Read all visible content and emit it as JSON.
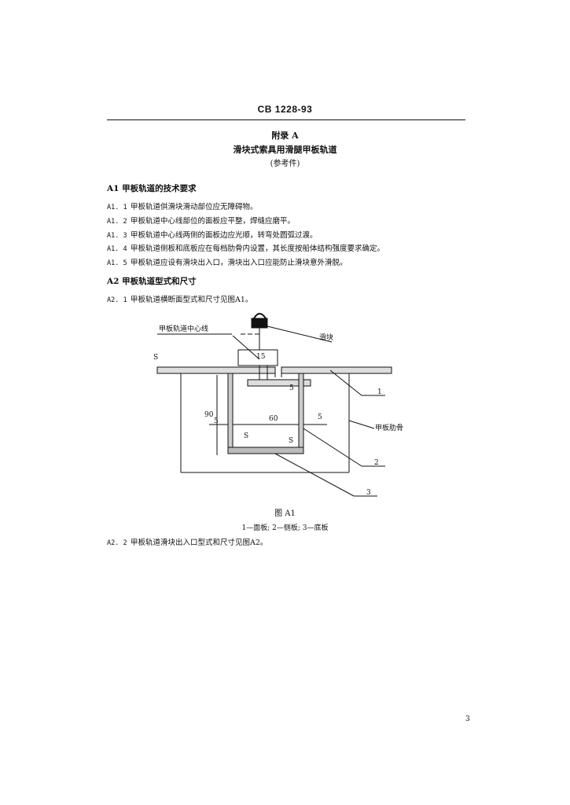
{
  "header": {
    "code": "CB 1228-93"
  },
  "appendix": {
    "label": "附录 A",
    "title": "滑块式索具用滑腿甲板轨道",
    "note": "(参考件)"
  },
  "sections": [
    {
      "heading": "A1  甲板轨道的技术要求",
      "items": [
        {
          "num": "A1. 1",
          "text": "甲板轨道供滑块滑动部位应无障碍物。"
        },
        {
          "num": "A1. 2",
          "text": "甲板轨道中心线部位的面板应平整，焊缝应磨平。"
        },
        {
          "num": "A1. 3",
          "text": "甲板轨道中心线两侧的面板边应光顺，转弯处圆弧过渡。"
        },
        {
          "num": "A1. 4",
          "text": "甲板轨道侧板和底板应在每档肋骨内设置，其长度按船体结构强度要求确定。"
        },
        {
          "num": "A1. 5",
          "text": "甲板轨道应设有滑块出入口，滑块出入口应能防止滑块意外滑脱。"
        }
      ]
    },
    {
      "heading": "A2  甲板轨道型式和尺寸",
      "items": [
        {
          "num": "A2. 1",
          "text": "甲板轨道横断面型式和尺寸见图A1。"
        }
      ]
    }
  ],
  "figure": {
    "labels": {
      "centerline": "甲板轨道中心线",
      "slider": "滑块",
      "beam": "甲板肋骨",
      "dim_15": "15",
      "dim_5a": "5",
      "dim_5b": "5",
      "dim_5c": "5",
      "dim_60": "60",
      "dim_90": "90",
      "dim_s1": "S",
      "dim_s2": "S",
      "dim_s3": "S",
      "ref1": "1",
      "ref2": "2",
      "ref3": "3"
    },
    "caption": "图 A1",
    "legend": "1—面板;  2—侧板;  3—底板"
  },
  "after": {
    "num": "A2. 2",
    "text": "甲板轨道滑块出入口型式和尺寸见图A2。"
  },
  "page_number": "3"
}
